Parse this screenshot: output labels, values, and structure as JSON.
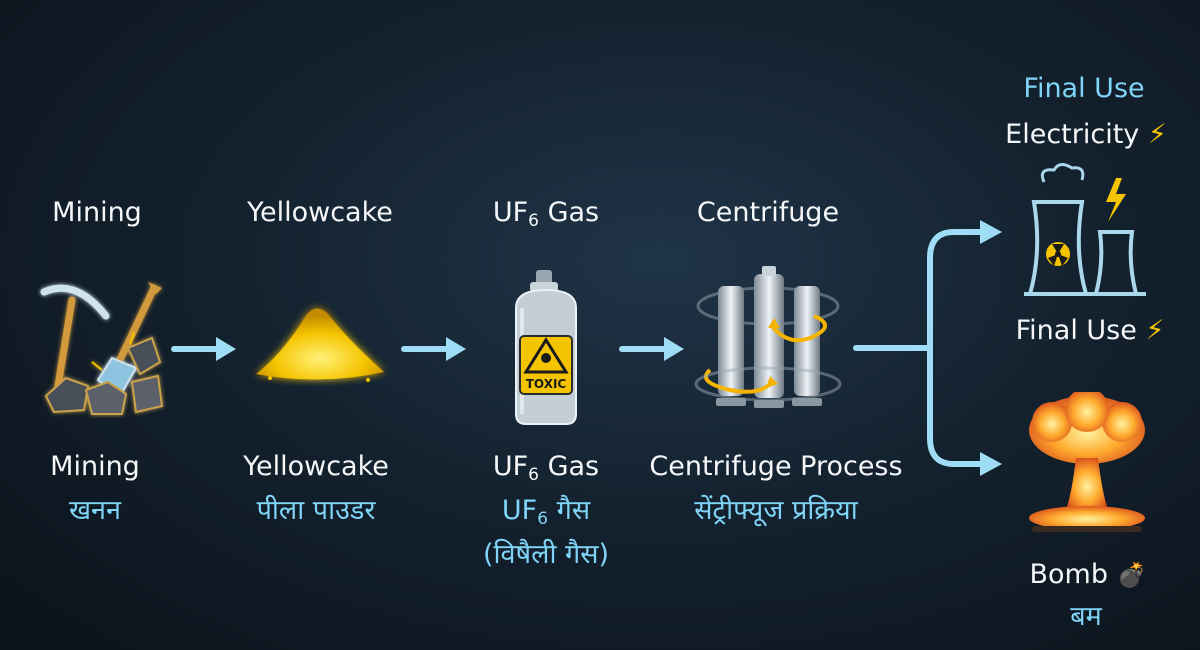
{
  "stages": [
    {
      "id": "mining",
      "top_label": "Mining",
      "en": "Mining",
      "hi": "खनन"
    },
    {
      "id": "yellowcake",
      "top_label": "Yellowcake",
      "en": "Yellowcake",
      "hi": "पीला पाउडर"
    },
    {
      "id": "uf6",
      "top_label_prefix": "UF",
      "top_label_sub": "6",
      "top_label_suffix": " Gas",
      "en_prefix": "UF",
      "en_sub": "6",
      "en_suffix": " Gas",
      "hi_prefix": "UF",
      "hi_sub": "6",
      "hi_suffix": " गैस",
      "hi_note": "(विषैली गैस)"
    },
    {
      "id": "centrifuge",
      "top_label": "Centrifuge",
      "en": "Centrifuge Process",
      "hi": "सेंट्रीफ्यूज प्रक्रिया"
    }
  ],
  "cylinder_label": "TOXIC",
  "final_use": {
    "heading": "Final Use",
    "electricity": "Electricity",
    "electricity_symbol": "⚡",
    "final_use_label": "Final Use",
    "final_use_symbol": "⚡",
    "bomb": "Bomb",
    "bomb_symbol": "💣",
    "bomb_hi": "बम"
  },
  "colors": {
    "accent": "#7fd4f7",
    "arrow": "#9fdcf5",
    "gold": "#f5c400"
  },
  "icons": [
    "pickaxe-shovel-icon",
    "powder-pile-icon",
    "gas-cylinder-icon",
    "centrifuge-icon",
    "power-plant-icon",
    "mushroom-cloud-icon"
  ]
}
